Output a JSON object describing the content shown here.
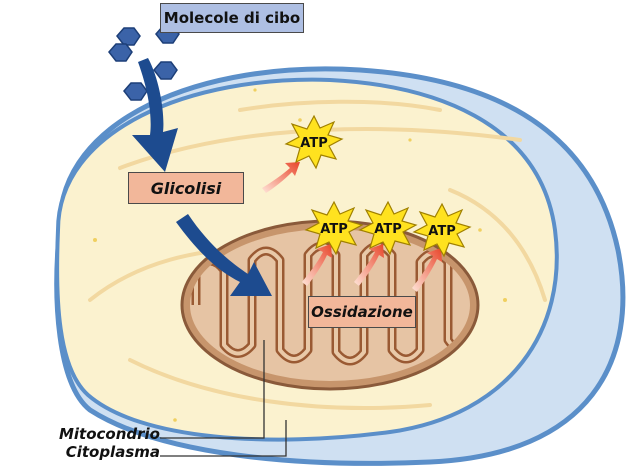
{
  "labels": {
    "food_molecules": "Molecole di cibo",
    "glycolysis": "Glicolisi",
    "oxidation": "Ossidazione",
    "mitochondrion": "Mitocondrio",
    "cytoplasm": "Citoplasma"
  },
  "atp_label": "ATP",
  "colors": {
    "cell_membrane": "#5b8fc9",
    "cell_outer": "#cfe0f2",
    "cytoplasm": "#fbf2cf",
    "mitochondrion": "#d4a77f",
    "cristae": "#9a5a33",
    "arrow_blue": "#1d4b8f",
    "atp_star": "#ffe21f",
    "label_box_blue": "#aebfe3",
    "label_box_orange": "#f2b79a",
    "small_arrow_red": "#e8452a"
  }
}
